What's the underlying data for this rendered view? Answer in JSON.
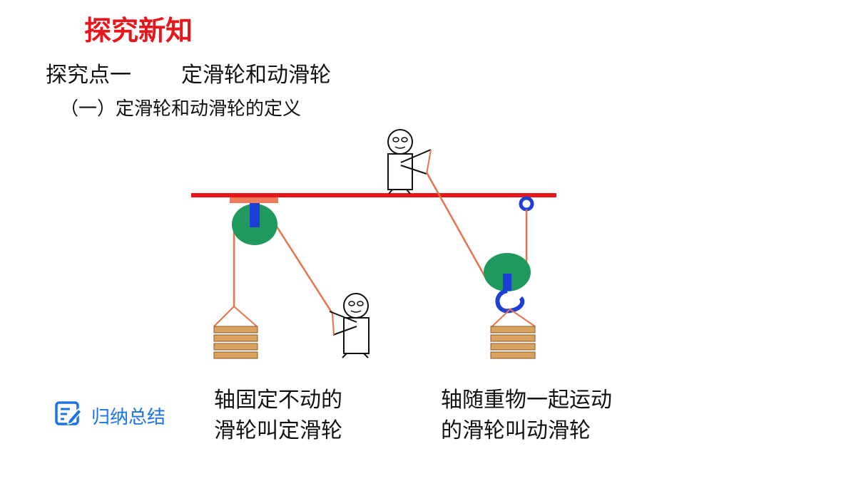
{
  "header": {
    "title": "探究新知"
  },
  "section": {
    "point": "探究点一",
    "topic": "定滑轮和动滑轮"
  },
  "heading": "（一）定滑轮和动滑轮的定义",
  "captions": {
    "fixed_pulley": {
      "line1": "轴固定不动的",
      "line2": "滑轮叫定滑轮"
    },
    "movable_pulley": {
      "line1": "轴随重物一起运动",
      "line2": "的滑轮叫动滑轮"
    }
  },
  "summary": {
    "icon": "edit-note-icon",
    "label": "归纳总结"
  },
  "colors": {
    "title": "#e8161b",
    "beam": "#e8161b",
    "rope": "#e8734a",
    "pulley": "#1f9a5c",
    "axle": "#1d3fd6",
    "crate": "#d9a35f",
    "summary": "#1a73e8"
  }
}
